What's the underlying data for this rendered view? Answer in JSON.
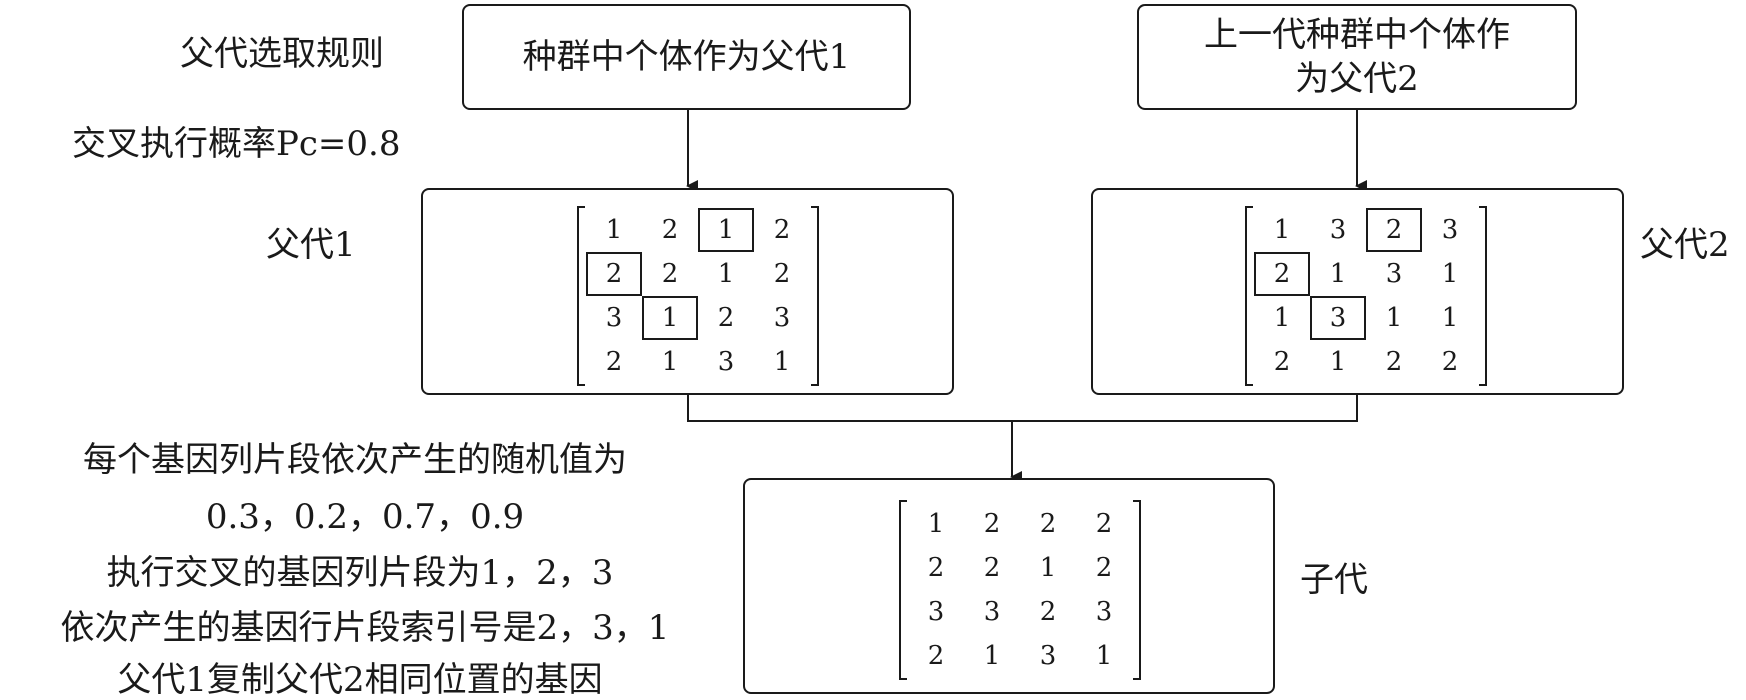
{
  "labels": {
    "rule_title": "父代选取规则",
    "crossover_prob": "交叉执行概率Pc=0.8",
    "parent1_label": "父代1",
    "parent2_label": "父代2",
    "child_label": "子代",
    "note_line1": "每个基因列片段依次产生的随机值为",
    "note_line2": "0.3，0.2，0.7，0.9",
    "note_line3": "执行交叉的基因列片段为1，2，3",
    "note_line4": "依次产生的基因行片段索引号是2，3，1",
    "note_line5": "父代1复制父代2相同位置的基因"
  },
  "boxes": {
    "parent1_source": "种群中个体作为父代1",
    "parent2_source_line1": "上一代种群中个体作",
    "parent2_source_line2": "为父代2"
  },
  "matrices": {
    "parent1": {
      "rows": [
        [
          "1",
          "2",
          "1",
          "2"
        ],
        [
          "2",
          "2",
          "1",
          "2"
        ],
        [
          "3",
          "1",
          "2",
          "3"
        ],
        [
          "2",
          "1",
          "3",
          "1"
        ]
      ],
      "highlighted": [
        [
          0,
          2
        ],
        [
          1,
          0
        ],
        [
          2,
          1
        ]
      ]
    },
    "parent2": {
      "rows": [
        [
          "1",
          "3",
          "2",
          "3"
        ],
        [
          "2",
          "1",
          "3",
          "1"
        ],
        [
          "1",
          "3",
          "1",
          "1"
        ],
        [
          "2",
          "1",
          "2",
          "2"
        ]
      ],
      "highlighted": [
        [
          0,
          2
        ],
        [
          1,
          0
        ],
        [
          2,
          1
        ]
      ]
    },
    "child": {
      "rows": [
        [
          "1",
          "2",
          "2",
          "2"
        ],
        [
          "2",
          "2",
          "1",
          "2"
        ],
        [
          "3",
          "3",
          "2",
          "3"
        ],
        [
          "2",
          "1",
          "3",
          "1"
        ]
      ],
      "highlighted": []
    }
  }
}
